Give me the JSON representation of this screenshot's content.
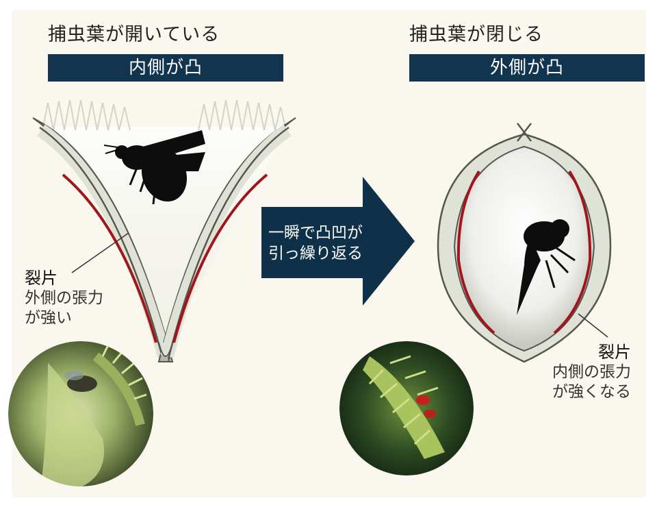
{
  "left": {
    "title": "捕虫葉が開いている",
    "banner": "内側が凸",
    "lobe_label": "裂片",
    "tension_line1": "外側の張力",
    "tension_line2": "が強い"
  },
  "right": {
    "title": "捕虫葉が閉じる",
    "banner": "外側が凸",
    "lobe_label": "裂片",
    "tension_line1": "内側の張力",
    "tension_line2": "が強くなる"
  },
  "arrow": {
    "line1": "一瞬で凸凹が",
    "line2": "引っ繰り返る"
  },
  "colors": {
    "banner": "#12344f",
    "arrow": "#0f3049",
    "lobe_red": "#a0161c",
    "leaf_fill": "#dfe2d6"
  }
}
